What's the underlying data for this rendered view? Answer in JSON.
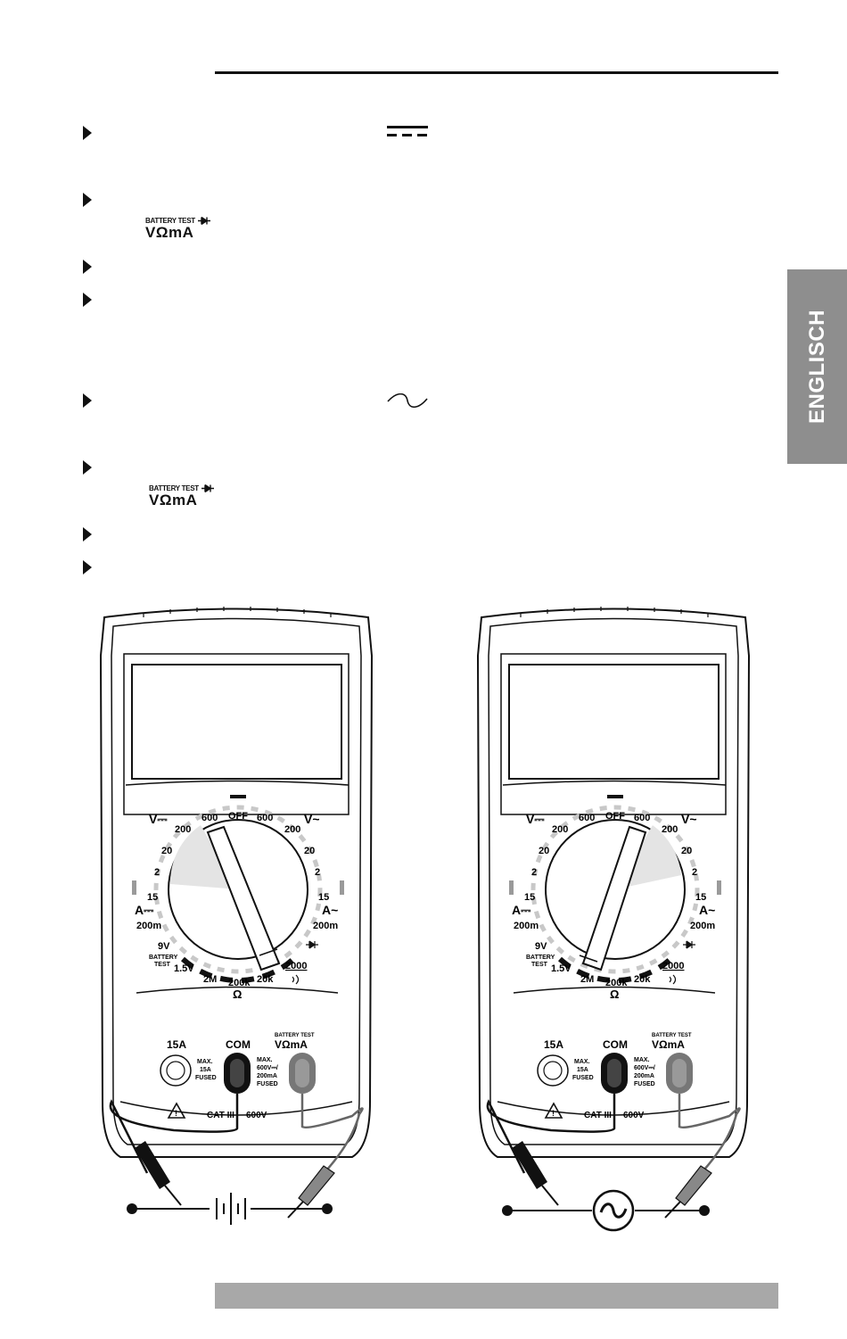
{
  "side_tab": {
    "label": "ENGLISCH"
  },
  "inline_symbols": {
    "terminal_top": "BATTERY TEST",
    "terminal_bottom": "VΩmA"
  },
  "meter": {
    "symbols": {
      "v_dc": "V⎓",
      "v_ac": "V~",
      "a_dc": "A⎓",
      "a_ac": "A~",
      "ohm": "Ω"
    },
    "dial_labels": {
      "off": "OFF",
      "v600_left": "600",
      "v200_left": "200",
      "v20_left": "20",
      "v2_left": "2",
      "v600_right": "600",
      "v200_right": "200",
      "v20_right": "20",
      "v2_right": "2",
      "a15_left": "15",
      "a200m_left": "200m",
      "a15_right": "15",
      "a200m_right": "200m",
      "v9": "9V",
      "battery": "BATTERY",
      "test": "TEST",
      "v15": "1.5V",
      "r2m": "2M",
      "r200k": "200k",
      "r20k": "20k",
      "r2000": "2000"
    },
    "terminals": {
      "t15a": "15A",
      "com": "COM",
      "vomega": "VΩmA",
      "battery_test": "BATTERY TEST",
      "max1": "MAX.",
      "max1_b": "15A",
      "max1_c": "FUSED",
      "max2": "MAX.",
      "max2_b": "600V⎓/",
      "max2_c": "200mA",
      "max2_d": "FUSED",
      "cat": "CAT III",
      "cat_v": "600V"
    }
  }
}
